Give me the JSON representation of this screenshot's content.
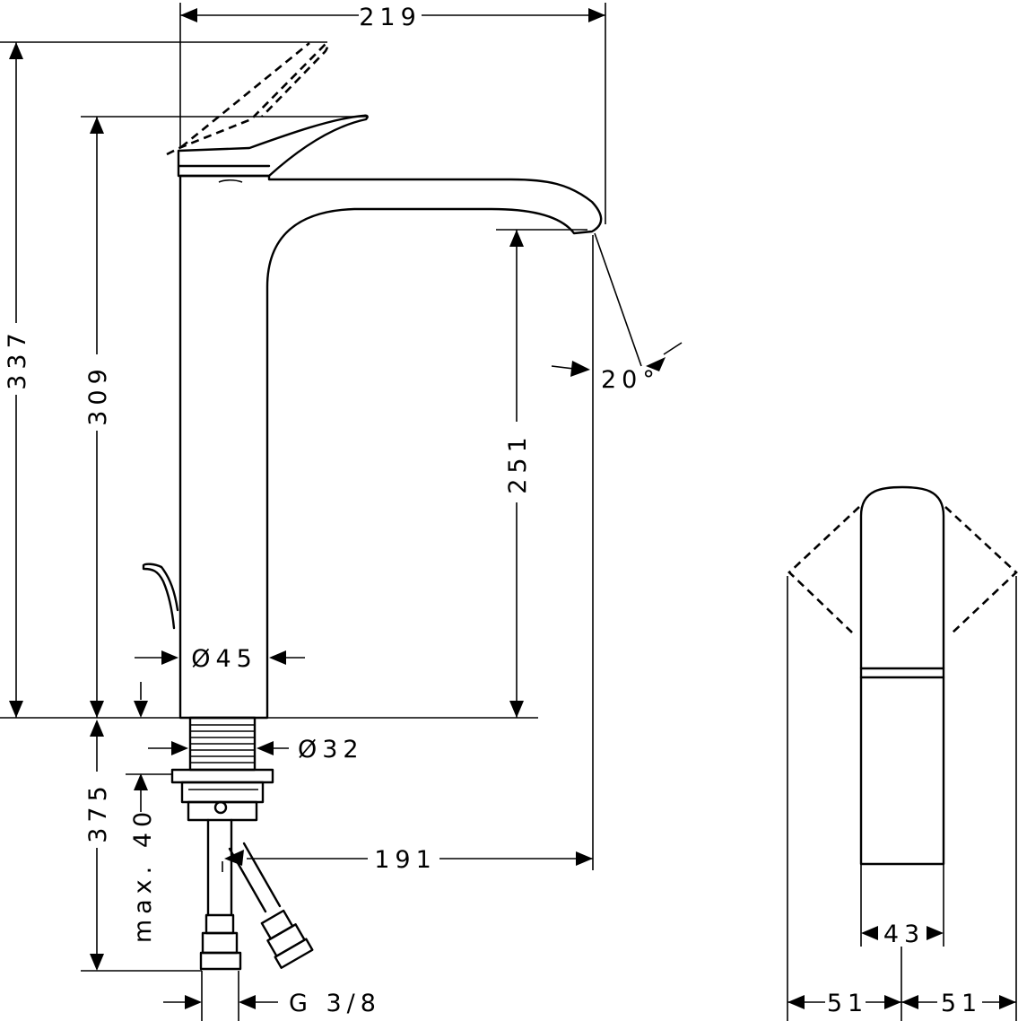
{
  "dimensions": {
    "total_width": "219",
    "total_height": "337",
    "body_height": "309",
    "spout_height": "251",
    "spout_angle": "20°",
    "body_diameter": "Ø45",
    "shank_diameter": "Ø32",
    "spout_reach": "191",
    "shank_length": "375",
    "max_thickness": "max. 40",
    "connection": "G 3/8",
    "lever_width": "43",
    "rotation_left": "51",
    "rotation_right": "51"
  }
}
